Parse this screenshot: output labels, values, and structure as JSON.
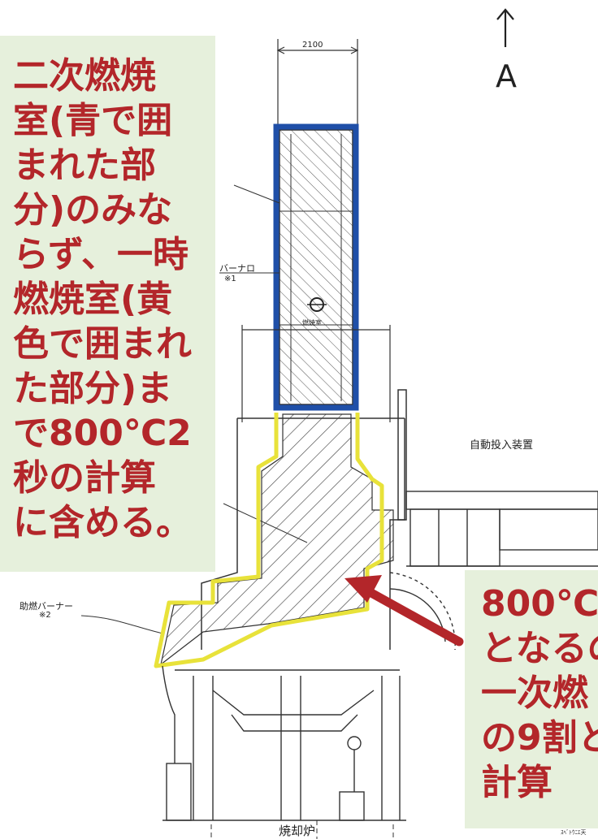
{
  "callout_left": {
    "lines": [
      "二次燃焼",
      "室(青で囲",
      "まれた部",
      "分)のみな",
      "らず、一時",
      "燃焼室(黄",
      "色で囲まれ",
      "た部分)ま",
      "で800℃2",
      "秒の計算",
      "に含める。"
    ],
    "background": "#e6f0dc",
    "text_color": "#b3262a"
  },
  "callout_right": {
    "lines": [
      "800℃",
      "となるの",
      "一次燃",
      "の9割と",
      "計算"
    ],
    "background": "#e6f0dc",
    "text_color": "#b3262a"
  },
  "drawing": {
    "dim_top": "2100",
    "burner_label": "バーナロ",
    "burner_note": "※1",
    "aux_burner_label": "助燃バーナー",
    "aux_burner_note": "※2",
    "auto_feeder_label": "自動投入装置",
    "incinerator_label": "焼却炉",
    "north_letter": "A",
    "small_label_center": "燃焼室",
    "corner_stamp": "ｽﾍﾞﾄｳﾆｴ天"
  },
  "colors": {
    "secondary_chamber_outline": "#1f4fa8",
    "primary_chamber_outline": "#e8e23a",
    "arrow": "#b3262a",
    "line_art": "#333333"
  }
}
